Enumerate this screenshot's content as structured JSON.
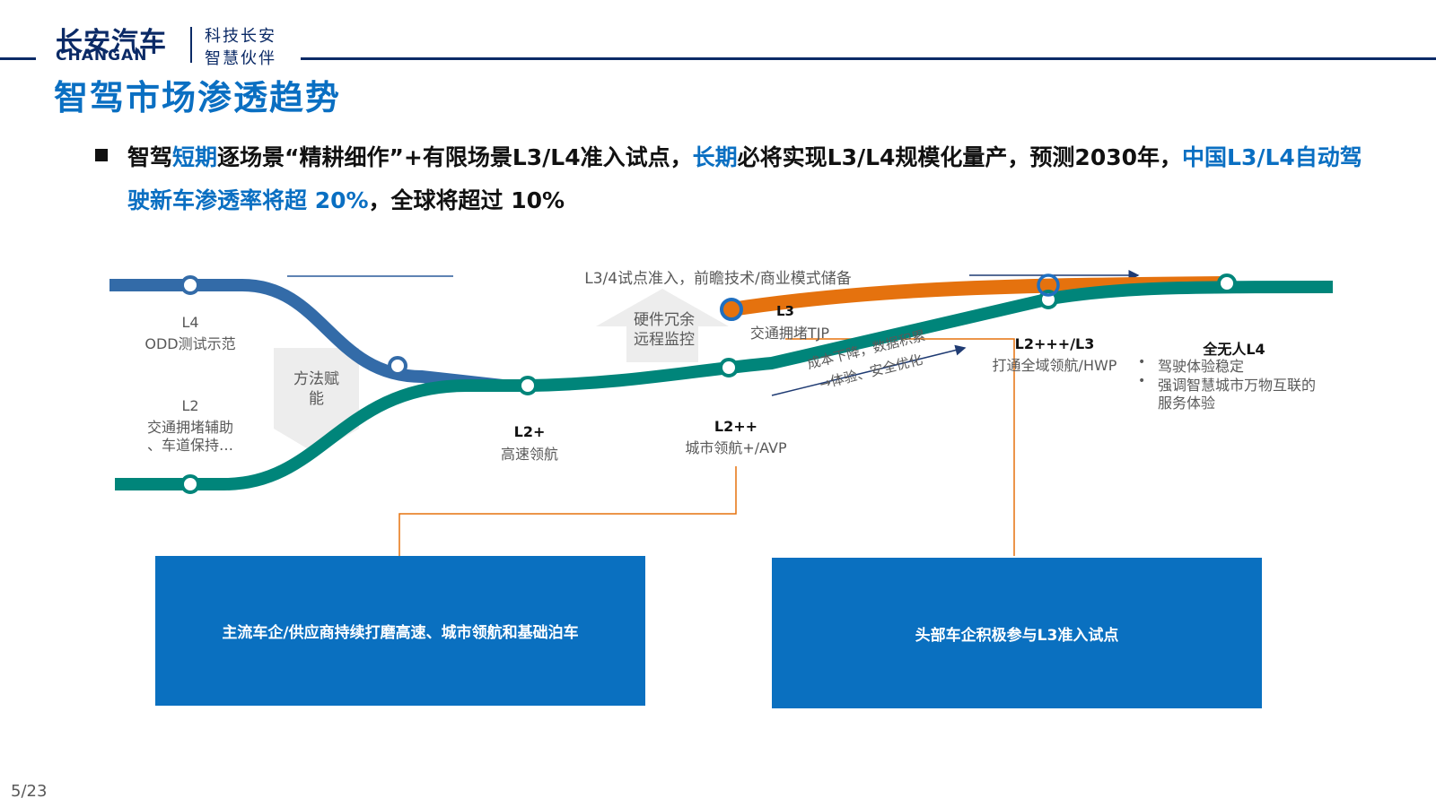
{
  "logo": {
    "cn": "长安汽车",
    "en": "CHANGAN"
  },
  "slogan": {
    "line1": "科技长安",
    "line2": "智慧伙伴"
  },
  "title": "智驾市场渗透趋势",
  "summary": {
    "p1": "智驾",
    "p2": "短期",
    "p3": "逐场景“精耕细作”+有限场景L3/L4准入试点，",
    "p4": "长期",
    "p5": "必将实现L3/L4规模化量产，预测2030年，",
    "p6": "中国L3/L4自动驾驶新车渗透率将超 20%",
    "p7": "，全球将超过 10%"
  },
  "diagram": {
    "l4_title": "L4",
    "l4_desc": "ODD测试示范",
    "l2_title": "L2",
    "l2_desc1": "交通拥堵辅助",
    "l2_desc2": "、车道保持…",
    "method_l1": "方法赋",
    "method_l2": "能",
    "l2p_title": "L2+",
    "l2p_desc": "高速领航",
    "l2pp_title": "L2++",
    "l2pp_desc": "城市领航+/AVP",
    "hw_l1": "硬件冗余",
    "hw_l2": "远程监控",
    "pilot_caption": "L3/4试点准入，前瞻技术/商业模式储备",
    "l3_title": "L3",
    "l3_desc": "交通拥堵TJP",
    "cost_l1": "成本下降，数据积累",
    "cost_l2": "→体验、安全优化",
    "l2ppp_title": "L2+++/L3",
    "l2ppp_desc": "打通全域领航/HWP",
    "full_title": "全无人L4",
    "full_features": [
      "驾驶体验稳定",
      "强调智慧城市万物互联的",
      "服务体验"
    ]
  },
  "boxes": {
    "left": "主流车企/供应商持续打磨高速、城市领航和基础泊车",
    "right": "头部车企积极参与L3准入试点"
  },
  "page_number": "5/23",
  "colors": {
    "teal": "#00857a",
    "steel_blue": "#336ba8",
    "orange": "#e5720e",
    "box_blue": "#0a70c0",
    "title_blue": "#0a6fc2"
  }
}
